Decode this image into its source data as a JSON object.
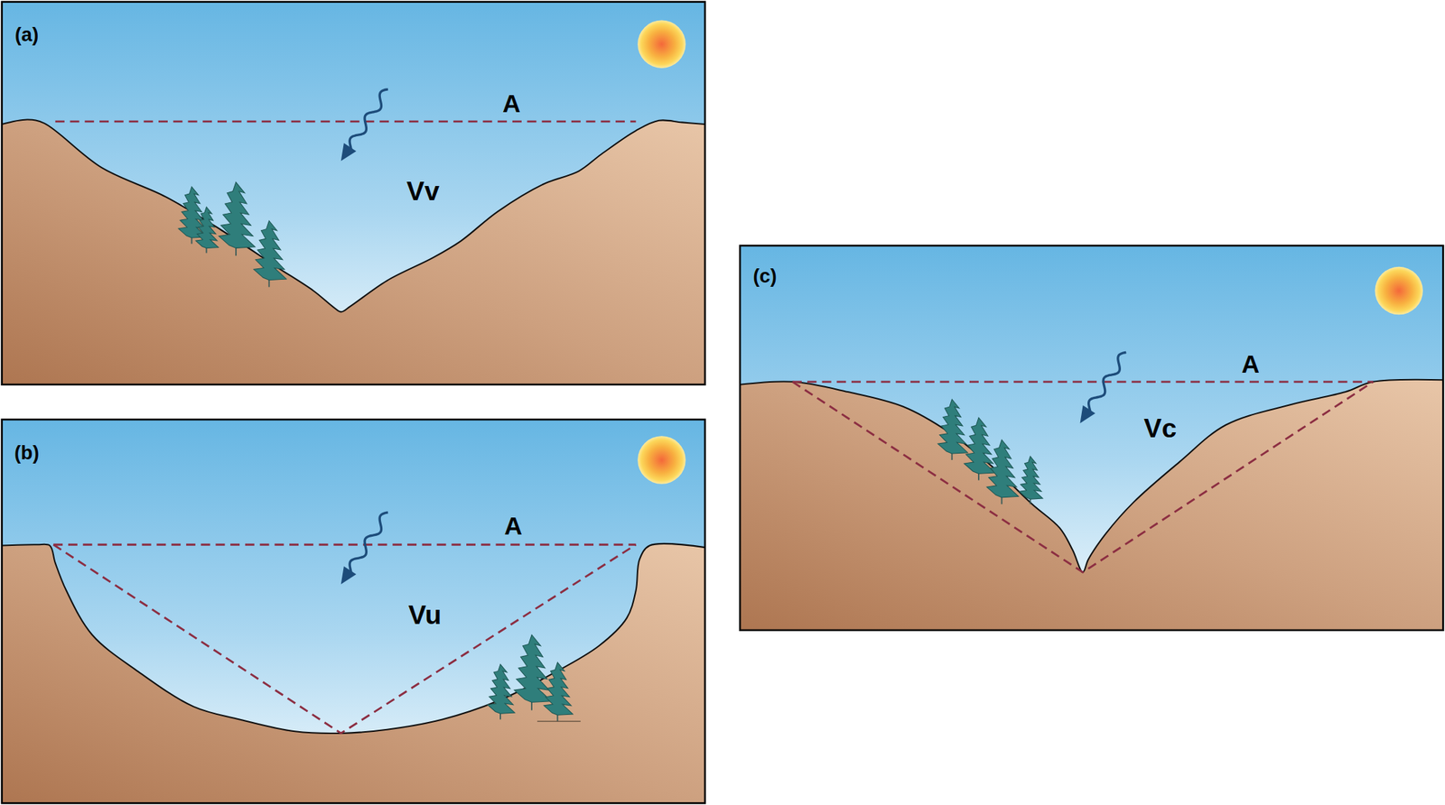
{
  "diagram": {
    "labels": [
      "(a)",
      "A",
      "Vv",
      "(b)",
      "A",
      "Vu",
      "(c)",
      "A",
      "Vc"
    ]
  }
}
